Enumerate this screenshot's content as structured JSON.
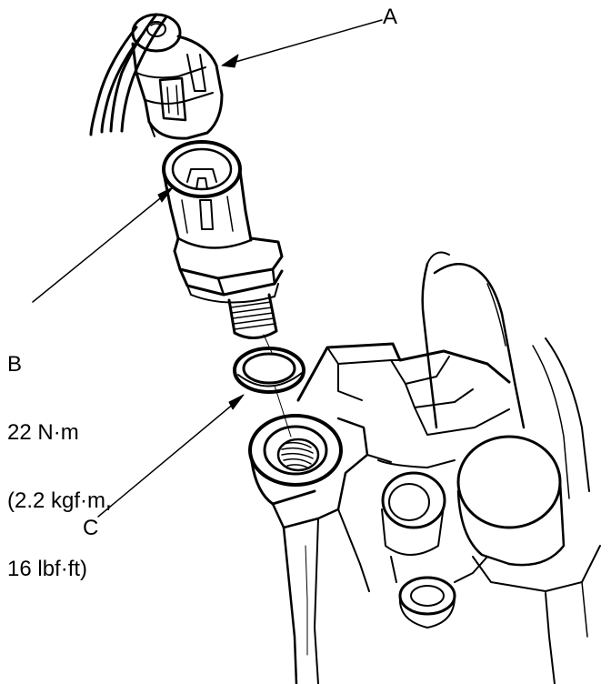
{
  "callouts": {
    "a": {
      "letter": "A"
    },
    "b": {
      "letter": "B",
      "torque": [
        "22 N·m",
        "(2.2 kgf·m,",
        "16 lbf·ft)"
      ]
    },
    "c": {
      "letter": "C"
    }
  },
  "colors": {
    "ink": "#000000",
    "paper": "#ffffff"
  }
}
